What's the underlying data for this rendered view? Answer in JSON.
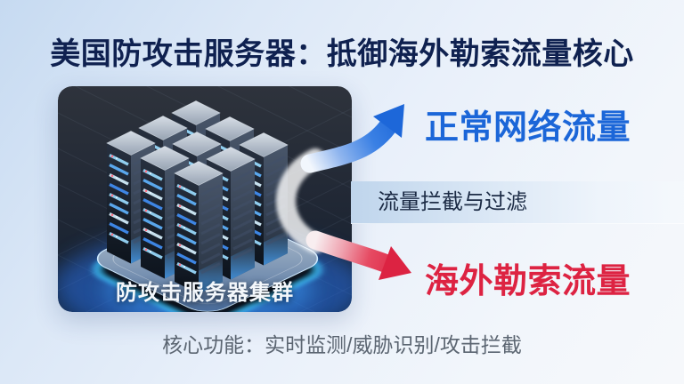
{
  "header": {
    "title": "美国防攻击服务器：抵御海外勒索流量核心"
  },
  "cluster_card": {
    "caption": "防攻击服务器集群",
    "illustration_icon": "server-cluster-on-glowing-platform"
  },
  "flow": {
    "filter_band_label": "流量拦截与过滤",
    "normal_traffic_label": "正常网络流量",
    "ransom_traffic_label": "海外勒索流量",
    "normal_arrow_icon": "curved-arrow-up-right",
    "ransom_arrow_icon": "curved-arrow-down-right"
  },
  "footer": {
    "caption": "核心功能：实时监测/威胁识别/攻击拦截"
  },
  "colors": {
    "title_text": "#0f2150",
    "normal_traffic": "#1b66d8",
    "ransom_traffic": "#dd2342",
    "filter_band_text": "#1c2b45",
    "footer_text": "#5b6571",
    "platform_glow": "#3fc4ff",
    "background": "#dce8f7"
  }
}
